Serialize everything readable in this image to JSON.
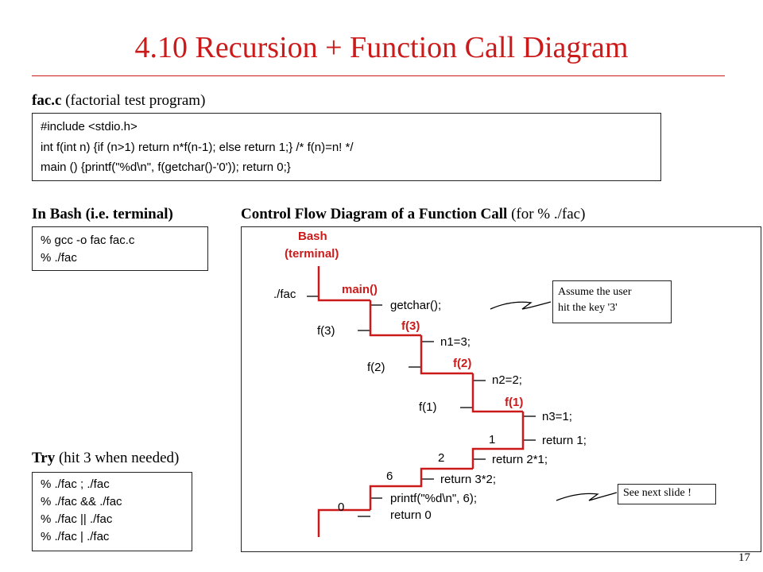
{
  "title": "4.10   Recursion + Function Call Diagram",
  "program": {
    "filename": "fac.c",
    "caption": "(factorial test program)",
    "lines": [
      "#include <stdio.h>",
      "int f(int n) {if (n>1) return n*f(n-1); else return 1;} /* f(n)=n! */",
      "main () {printf(\"%d\\n\", f(getchar()-'0')); return 0;}"
    ]
  },
  "bash": {
    "heading": "In Bash (i.e. terminal)",
    "lines": [
      "% gcc -o fac fac.c",
      "% ./fac"
    ]
  },
  "try": {
    "heading": "Try",
    "caption": "(hit 3 when needed)",
    "lines": [
      "% ./fac ; ./fac",
      "% ./fac && ./fac",
      "% ./fac || ./fac",
      "% ./fac | ./fac"
    ]
  },
  "diagram": {
    "heading": "Control Flow Diagram of a Function Call",
    "caption": "(for % ./fac)",
    "bash_label_1": "Bash",
    "bash_label_2": "(terminal)",
    "call_fac": "./fac",
    "main_label": "main()",
    "getchar": "getchar();",
    "call_f3": "f(3)",
    "f3_label": "f(3)",
    "n1": "n1=3;",
    "call_f2": "f(2)",
    "f2_label": "f(2)",
    "n2": "n2=2;",
    "call_f1": "f(1)",
    "f1_label": "f(1)",
    "n3": "n3=1;",
    "ret1": "return 1;",
    "val1": "1",
    "ret2": "return 2*1;",
    "val2": "2",
    "ret3": "return 3*2;",
    "val6": "6",
    "printf": "printf(\"%d\\n\", 6);",
    "ret0": "return 0",
    "val0": "0",
    "note1_line1": "Assume the user",
    "note1_line2": "hit the key '3'",
    "note2": "See next slide !"
  },
  "colors": {
    "accent": "#cc1a1a",
    "line": "#000000"
  },
  "page_number": "17"
}
